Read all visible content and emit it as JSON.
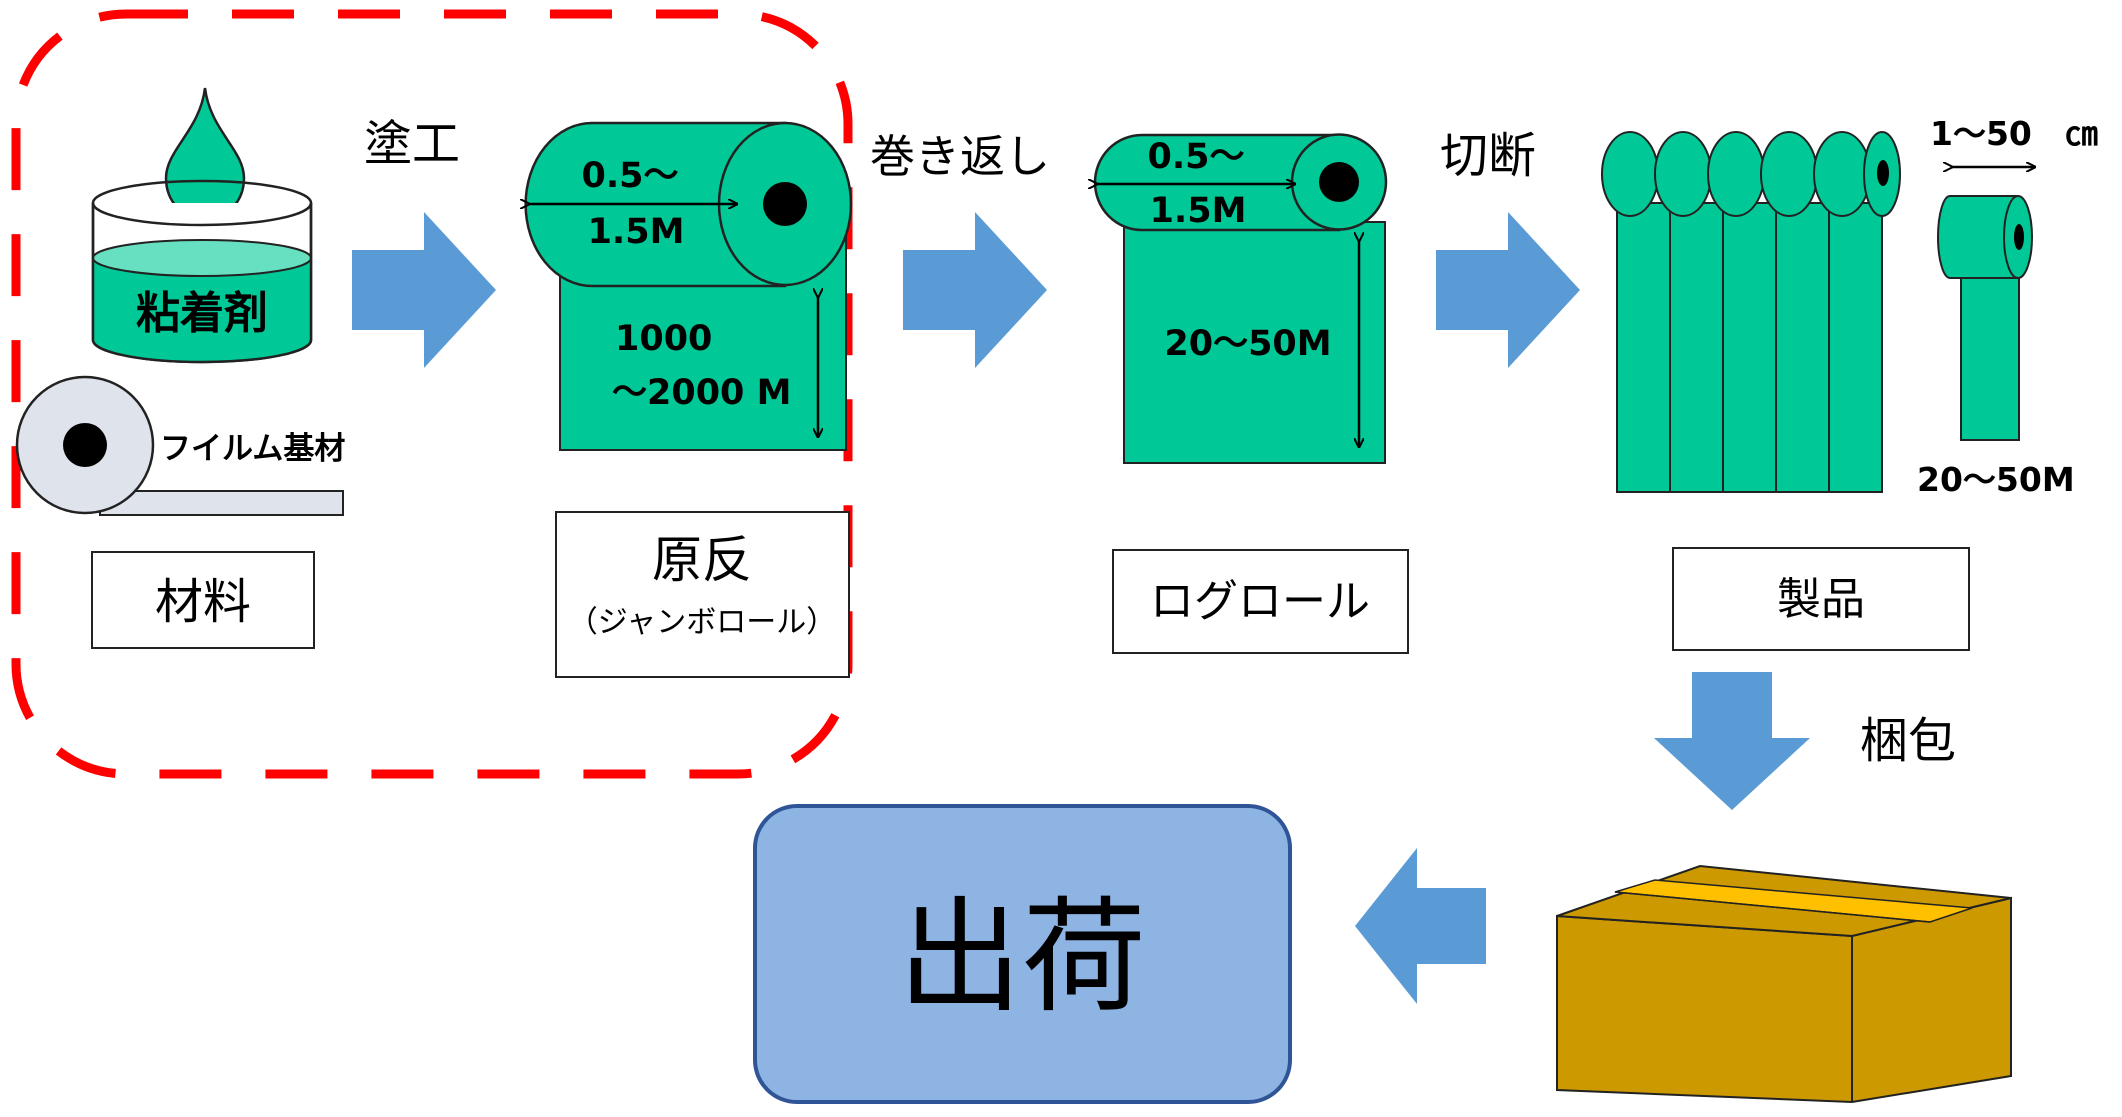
{
  "material": {
    "adhesive_label": "粘着剤",
    "film_label": "フイルム基材",
    "box_label": "材料"
  },
  "step_coating": {
    "label": "塗工"
  },
  "jumbo_roll": {
    "width_line1": "0.5～",
    "width_line2": "1.5M",
    "length_line1": "1000",
    "length_line2": "～2000 M",
    "box_line1": "原反",
    "box_line2": "（ジャンボロール）"
  },
  "step_rewind": {
    "label": "巻き返し"
  },
  "log_roll": {
    "width_line1": "0.5～",
    "width_line2": "1.5M",
    "length": "20～50M",
    "box_label": "ログロール"
  },
  "step_cut": {
    "label": "切断"
  },
  "product": {
    "width": "1～50　㎝",
    "length": "20～50M",
    "box_label": "製品"
  },
  "step_pack": {
    "label": "梱包"
  },
  "shipment": {
    "label": "出荷"
  },
  "colors": {
    "green": "#00c896",
    "arrow_blue": "#5b9bd5",
    "dash_red": "#ff0000",
    "ship_fill": "#8eb4e3",
    "ship_border": "#2f5597",
    "box_brown": "#cc9900",
    "tape_yellow": "#ffc000"
  }
}
